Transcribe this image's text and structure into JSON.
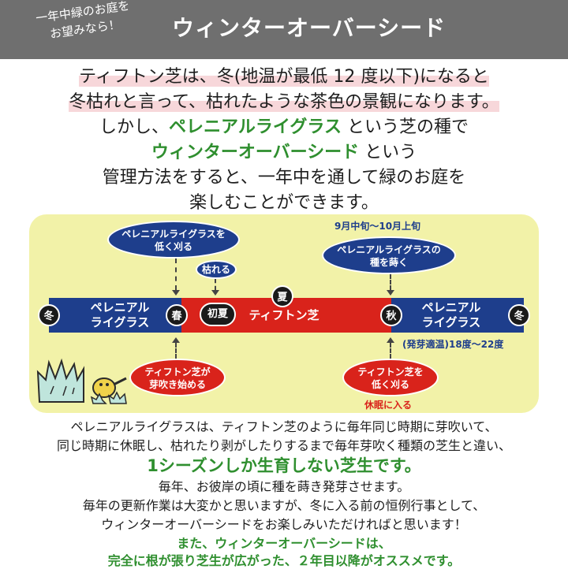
{
  "header": {
    "tag_line1": "一年中緑のお庭を",
    "tag_line2": "お望みなら！",
    "title": "ウィンターオーバーシード",
    "bg_color": "#6f6f6f"
  },
  "intro": {
    "line1": "ティフトン芝は、冬(地温が最低 12 度以下)になると",
    "line2": "冬枯れと言って、枯れたような茶色の景観になります。",
    "line3_a": "しかし、",
    "line3_b": "ペレニアルライグラス",
    "line3_c": "という芝の種で",
    "line4_a": "ウィンターオーバーシード",
    "line4_b": "という",
    "line5": "管理方法をすると、一年中を通して緑のお庭を",
    "line6": "楽しむことができます。"
  },
  "diagram": {
    "colors": {
      "panel": "#f2f2a8",
      "blue": "#1e3e8c",
      "red": "#d9231b"
    },
    "season_winter": "冬",
    "season_spring": "春",
    "season_early_summer": "初夏",
    "season_summer": "夏",
    "season_autumn": "秋",
    "left_grass": [
      "ペレニアル",
      "ライグラス"
    ],
    "center_grass": "ティフトン芝",
    "right_grass": [
      "ペレニアル",
      "ライグラス"
    ],
    "cut_low_top": [
      "ペレニアルライグラスを",
      "低く刈る"
    ],
    "withers": "枯れる",
    "period": "9月中旬～10月上旬",
    "sow_seed": [
      "ペレニアルライグラスの",
      "種を蒔く"
    ],
    "temperature": "(発芽適温)18度～22度",
    "tifton_sprout": [
      "ティフトン芝が",
      "芽吹き始める"
    ],
    "tifton_cut_low": [
      "ティフトン芝を",
      "低く刈る"
    ],
    "dormancy": "休眠に入る"
  },
  "body": {
    "line1": "ペレニアルライグラスは、ティフトン芝のように毎年同じ時期に芽吹いて、",
    "line2": "同じ時期に休眠し、枯れたり剥がしたりするまで毎年芽吹く種類の芝生と違い、",
    "line3": "1シーズンしか生育しない芝生です。",
    "line4": "毎年、お彼岸の頃に種を蒔き発芽させます。",
    "line5": "毎年の更新作業は大変かと思いますが、冬に入る前の恒例行事として、",
    "line6": "ウィンターオーバーシードをお楽しみいただければと思います！",
    "line7": "また、ウィンターオーバーシードは、",
    "line8": "完全に根が張り芝生が広がった、２年目以降がオススメです。"
  }
}
